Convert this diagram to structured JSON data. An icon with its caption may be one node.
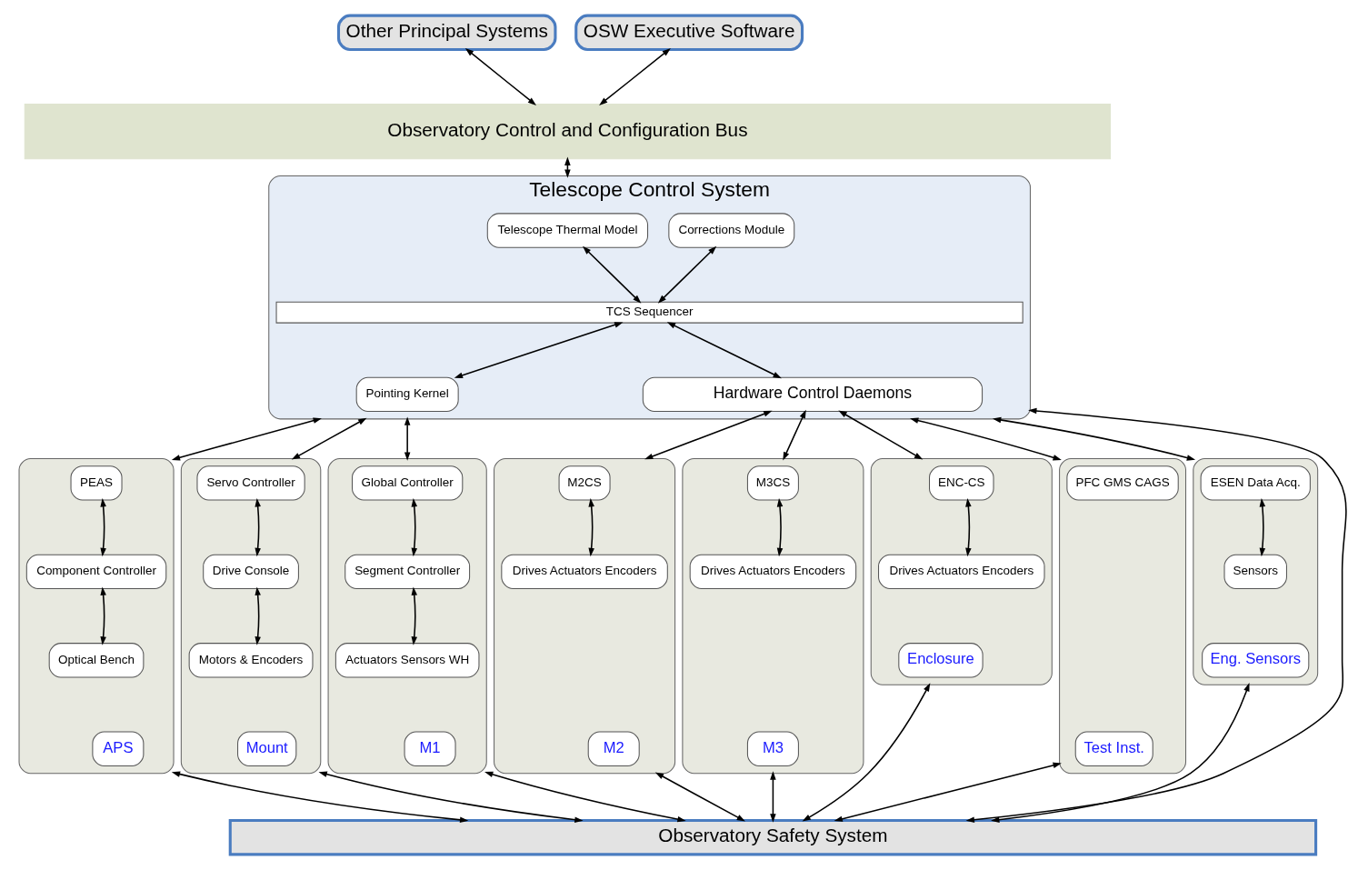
{
  "diagram": {
    "nodes": [
      {
        "text": [
          "Other Principal Systems"
        ]
      },
      {
        "text": [
          "OSW Executive Software"
        ]
      },
      {
        "text": [
          "Observatory Control and Configuration Bus"
        ]
      },
      {
        "text": [
          "Telescope Control System"
        ]
      },
      {
        "text": [
          "Telescope Thermal Model"
        ],
        "in": 3
      },
      {
        "text": [
          "Corrections Module"
        ],
        "in": 3
      },
      {
        "text": [
          "TCS Sequencer"
        ],
        "in": 3
      },
      {
        "text": [
          "Pointing Kernel"
        ],
        "in": 3
      },
      {
        "text": [
          "Hardware Control Daemons"
        ],
        "in": 3
      },
      {
        "text": [],
        "shape": "box"
      },
      {
        "text": [
          "PEAS"
        ],
        "in": 9
      },
      {
        "text": [
          "Component Controller"
        ],
        "in": 9
      },
      {
        "text": [
          "Optical Bench"
        ],
        "in": 9
      },
      {
        "text": [
          "APS"
        ],
        "in": 9
      },
      {
        "text": [],
        "shape": "box"
      },
      {
        "text": [
          "Servo Controller"
        ],
        "in": 14
      },
      {
        "text": [
          "Drive Console"
        ],
        "in": 14
      },
      {
        "text": [
          "Motors & Encoders"
        ],
        "in": 14
      },
      {
        "text": [
          "Mount"
        ],
        "in": 14
      },
      {
        "text": [],
        "shape": "box"
      },
      {
        "text": [
          "Global Controller"
        ],
        "in": 19
      },
      {
        "text": [
          "Segment Controller"
        ],
        "in": 19
      },
      {
        "text": [
          "Actuators Sensors WH"
        ],
        "in": 19
      },
      {
        "text": [
          "M1"
        ],
        "in": 19
      },
      {
        "text": [],
        "shape": "box"
      },
      {
        "text": [
          "M2CS"
        ],
        "in": 24
      },
      {
        "text": [
          "Drives Actuators Encoders"
        ],
        "in": 24
      },
      {
        "text": [
          "M2"
        ],
        "in": 24
      },
      {
        "text": [],
        "shape": "box"
      },
      {
        "text": [
          "M3CS"
        ],
        "in": 28
      },
      {
        "text": [
          "Drives Actuators Encoders"
        ],
        "in": 28
      },
      {
        "text": [
          "M3"
        ],
        "in": 28
      },
      {
        "text": [],
        "shape": "box"
      },
      {
        "text": [
          "ENC-CS"
        ],
        "in": 32
      },
      {
        "text": [
          "Drives Actuators Encoders"
        ],
        "in": 32
      },
      {
        "text": [
          "Enclosure"
        ],
        "in": 32
      },
      {
        "text": [],
        "shape": "box"
      },
      {
        "text": [
          "PFC GMS CAGS"
        ],
        "in": 36
      },
      {
        "text": [
          "Test Inst."
        ],
        "in": 36
      },
      {
        "text": [],
        "shape": "box"
      },
      {
        "text": [
          "ESEN Data Acq."
        ],
        "in": 39
      },
      {
        "text": [
          "Sensors"
        ],
        "in": 39
      },
      {
        "text": [
          "Eng. Sensors"
        ],
        "in": 39
      },
      {
        "text": [
          "Observatory Safety System"
        ]
      }
    ],
    "edges": [
      {
        "from": 0,
        "to": 2,
        "arrow": "both"
      },
      {
        "from": 1,
        "to": 2,
        "arrow": "both"
      },
      {
        "from": 2,
        "to": 3,
        "arrow": "both"
      },
      {
        "from": 4,
        "to": 6,
        "arrow": "both"
      },
      {
        "from": 5,
        "to": 6,
        "arrow": "both"
      },
      {
        "from": 6,
        "to": 7,
        "arrow": "both"
      },
      {
        "from": 6,
        "to": 8,
        "arrow": "both"
      },
      {
        "from": 3,
        "to": 9,
        "arrow": "both"
      },
      {
        "from": 3,
        "to": 14,
        "arrow": "both"
      },
      {
        "from": 3,
        "to": 19,
        "arrow": "both"
      },
      {
        "from": 8,
        "to": 24,
        "arrow": "both"
      },
      {
        "from": 3,
        "to": 43,
        "arrow": "both"
      },
      {
        "from": 8,
        "to": 28,
        "arrow": "both"
      },
      {
        "from": 8,
        "to": 32,
        "arrow": "both"
      },
      {
        "from": 3,
        "to": 36,
        "arrow": "both"
      },
      {
        "from": 3,
        "to": 39,
        "arrow": "both"
      },
      {
        "from": 10,
        "to": 11,
        "arrow": "both"
      },
      {
        "from": 11,
        "to": 12,
        "arrow": "both"
      },
      {
        "from": 15,
        "to": 16,
        "arrow": "both"
      },
      {
        "from": 16,
        "to": 17,
        "arrow": "both"
      },
      {
        "from": 20,
        "to": 21,
        "arrow": "both"
      },
      {
        "from": 21,
        "to": 22,
        "arrow": "both"
      },
      {
        "from": 25,
        "to": 26,
        "arrow": "both"
      },
      {
        "from": 29,
        "to": 30,
        "arrow": "both"
      },
      {
        "from": 33,
        "to": 34,
        "arrow": "both"
      },
      {
        "from": 40,
        "to": 41,
        "arrow": "both"
      },
      {
        "from": 9,
        "to": 43,
        "arrow": "both"
      },
      {
        "from": 14,
        "to": 43,
        "arrow": "both"
      },
      {
        "from": 19,
        "to": 43,
        "arrow": "both"
      },
      {
        "from": 24,
        "to": 43,
        "arrow": "both"
      },
      {
        "from": 28,
        "to": 43,
        "arrow": "both"
      },
      {
        "from": 32,
        "to": 43,
        "arrow": "both"
      },
      {
        "from": 36,
        "to": 43,
        "arrow": "both"
      },
      {
        "from": 39,
        "to": 43,
        "arrow": "both"
      }
    ]
  }
}
